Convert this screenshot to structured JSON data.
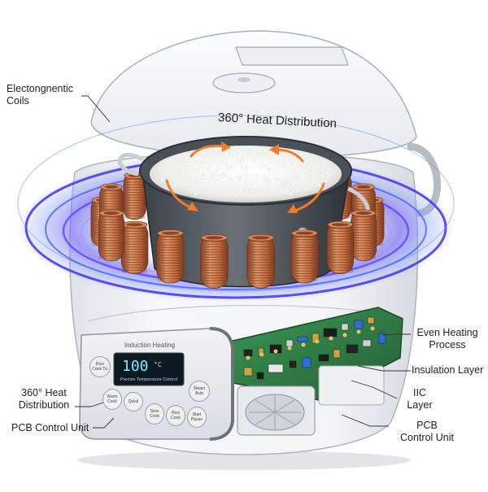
{
  "labels": {
    "coils_line1": "Electongnentic",
    "coils_line2": "Coils",
    "heat_top": "360° Heat Distribution",
    "even_line1": "Even Heating",
    "even_line2": "Process",
    "insulation": "Insulation Layer",
    "iic_line1": "IIC",
    "iic_line2": "Layer",
    "pcb_right_line1": "PCB",
    "pcb_right_line2": "Control Unit",
    "heat_left_line1": "360° Heat",
    "heat_left_line2": "Distribution",
    "pcb_left": "PCB Control Unit"
  },
  "panel": {
    "title": "Induction Heating",
    "temperature": "100",
    "unit": "°C",
    "subtitle": "Precise Temperature Control",
    "buttons": {
      "top_left_line1": "Rice",
      "top_left_line2": "Cook Tic",
      "top_right_line1": "Steam",
      "top_right_line2": "Auto",
      "b1_line1": "Warm",
      "b1_line2": "Cook",
      "b2": "Quick",
      "b3_line1": "Slow",
      "b3_line2": "Cook",
      "b4_line1": "Rice",
      "b4_line2": "Cook",
      "b5_line1": "Start",
      "b5_line2": "Pause"
    }
  },
  "colors": {
    "copper": "#c8754a",
    "copper_dark": "#8a4527",
    "glow": "#5a4dff",
    "arrow": "#f07b2c",
    "pcb": "#2f7d45",
    "display": "#0e1a22"
  }
}
